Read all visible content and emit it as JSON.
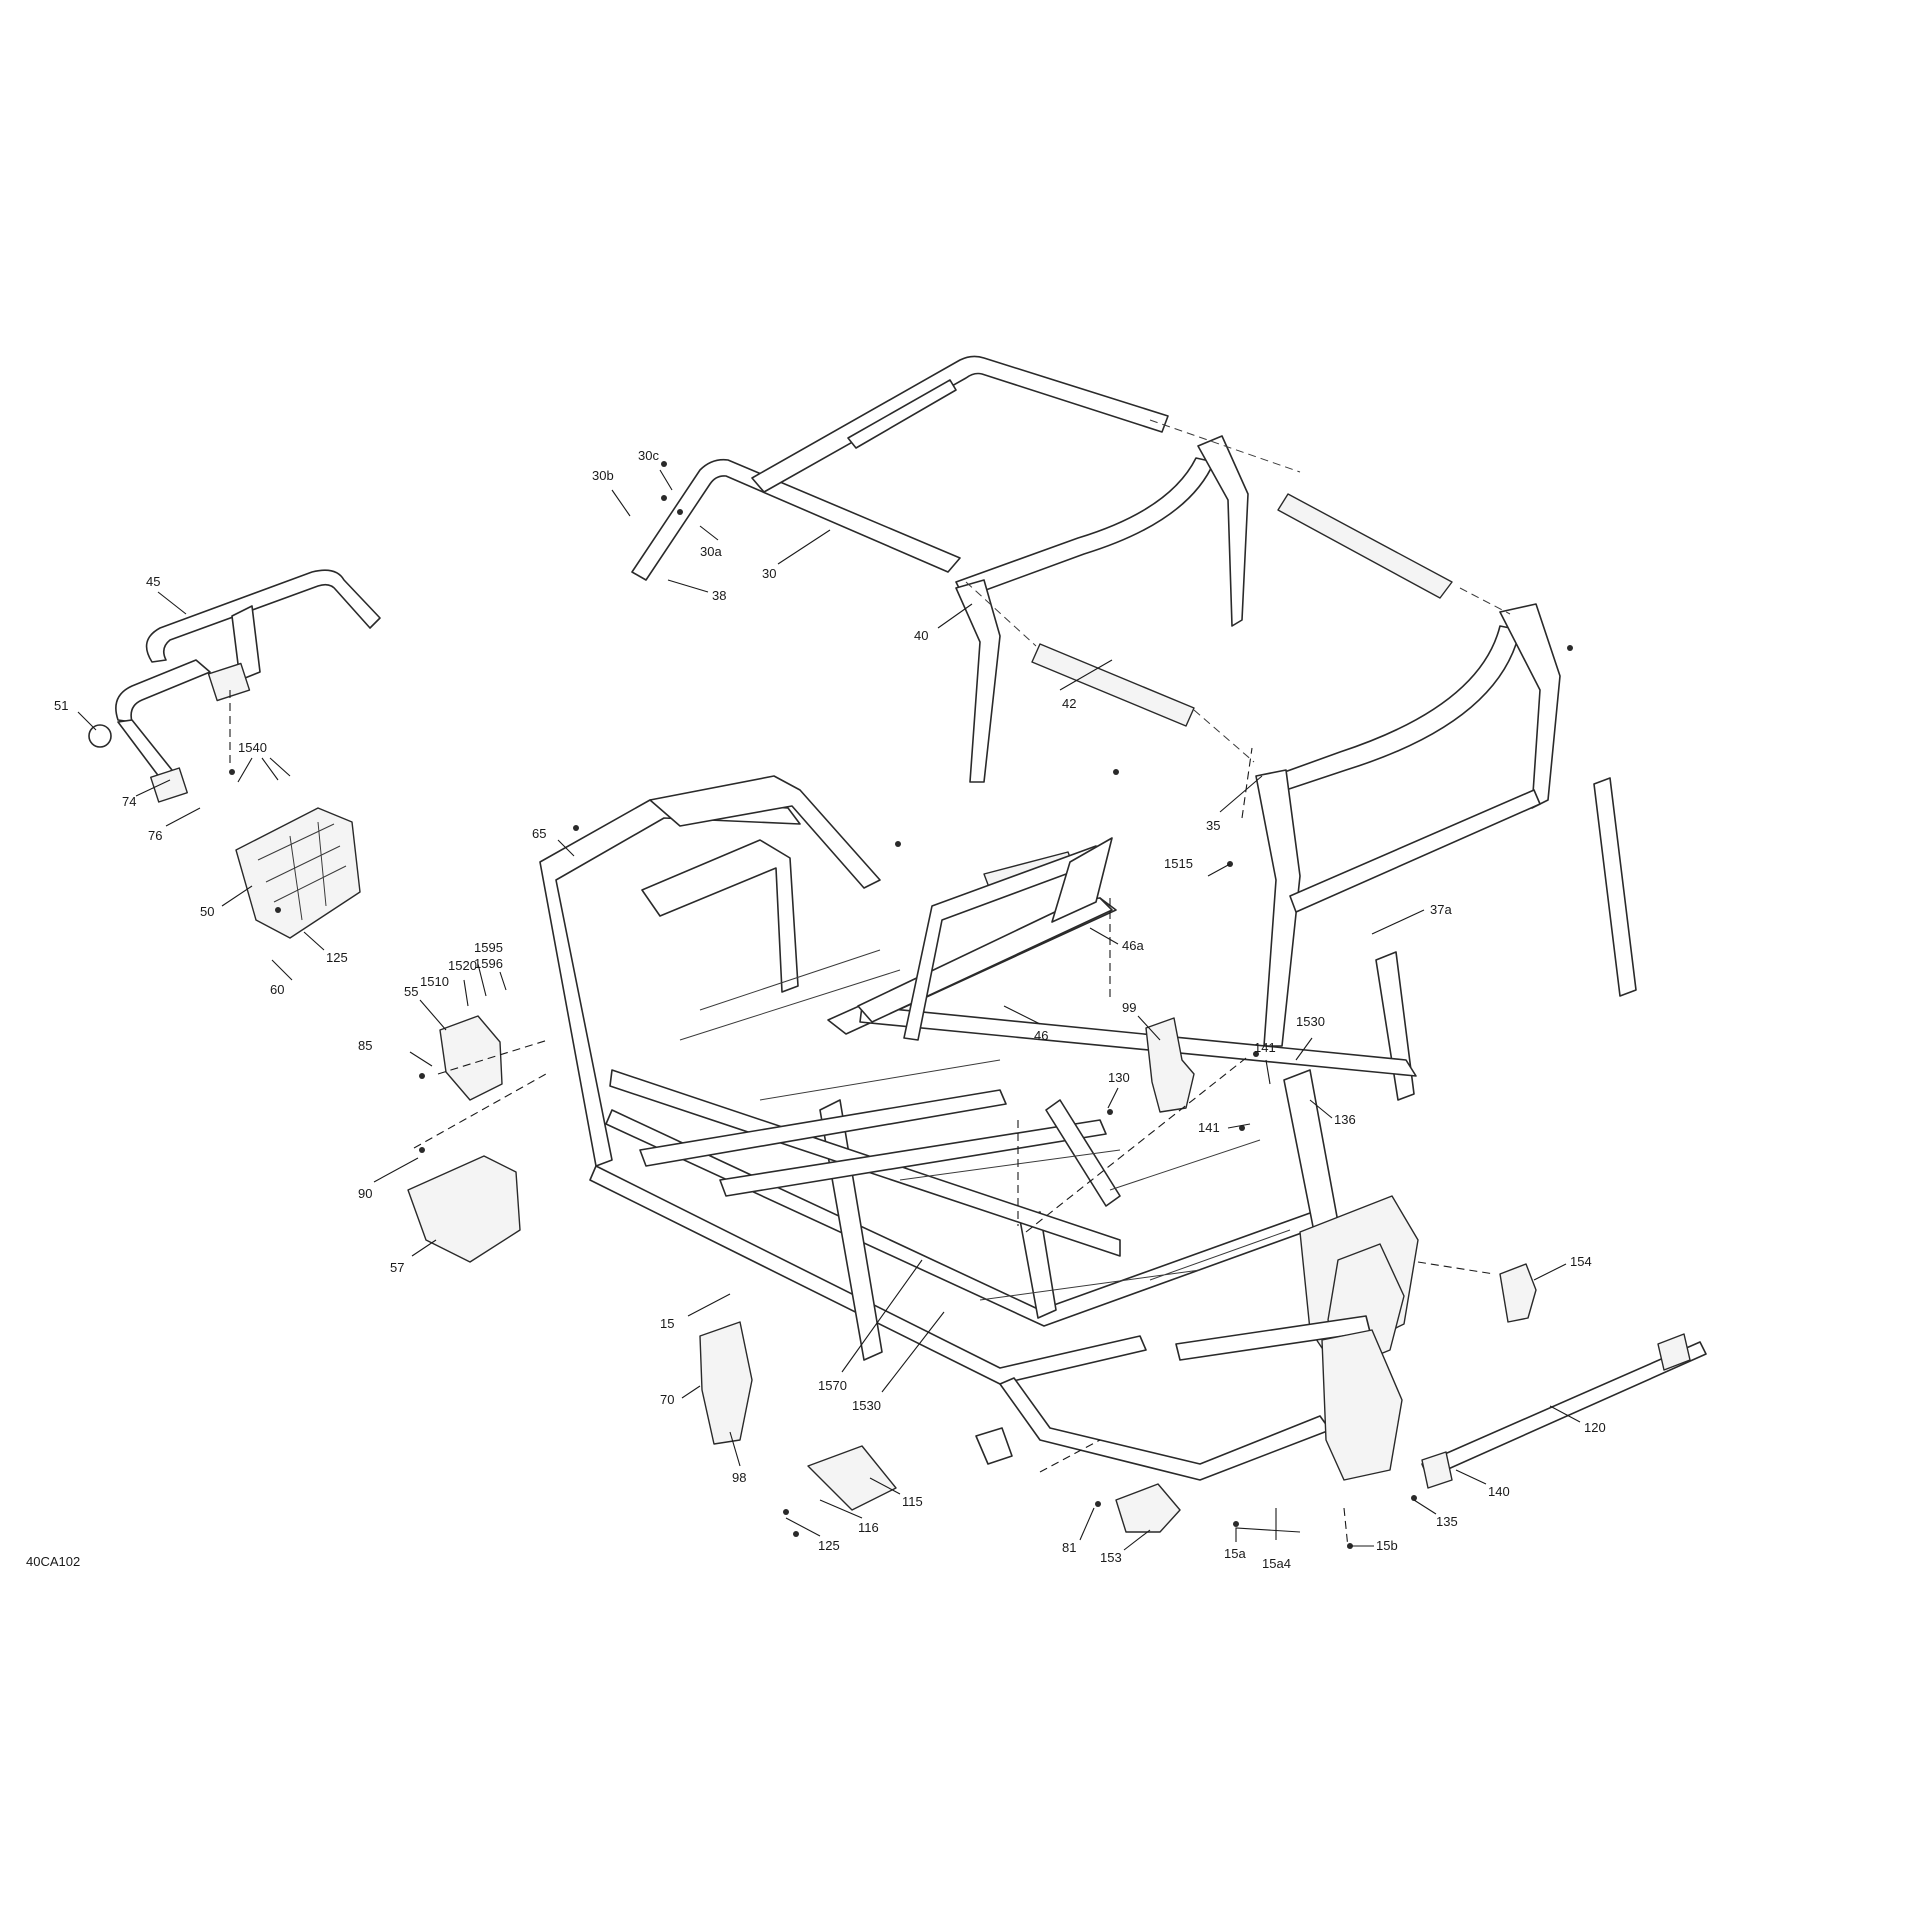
{
  "diagram_id": "40CA102",
  "callouts": [
    {
      "id": "c-30c",
      "label": "30c"
    },
    {
      "id": "c-30b",
      "label": "30b"
    },
    {
      "id": "c-30a",
      "label": "30a"
    },
    {
      "id": "c-30",
      "label": "30"
    },
    {
      "id": "c-38",
      "label": "38"
    },
    {
      "id": "c-40",
      "label": "40"
    },
    {
      "id": "c-42",
      "label": "42"
    },
    {
      "id": "c-35",
      "label": "35"
    },
    {
      "id": "c-37a",
      "label": "37a"
    },
    {
      "id": "c-1515",
      "label": "1515"
    },
    {
      "id": "c-45",
      "label": "45"
    },
    {
      "id": "c-51",
      "label": "51"
    },
    {
      "id": "c-1540",
      "label": "1540"
    },
    {
      "id": "c-74",
      "label": "74"
    },
    {
      "id": "c-76",
      "label": "76"
    },
    {
      "id": "c-50",
      "label": "50"
    },
    {
      "id": "c-125a",
      "label": "125"
    },
    {
      "id": "c-60",
      "label": "60"
    },
    {
      "id": "c-65",
      "label": "65"
    },
    {
      "id": "c-1595",
      "label": "1595"
    },
    {
      "id": "c-1596",
      "label": "1596"
    },
    {
      "id": "c-1510",
      "label": "1510"
    },
    {
      "id": "c-1520",
      "label": "1520"
    },
    {
      "id": "c-55",
      "label": "55"
    },
    {
      "id": "c-85",
      "label": "85"
    },
    {
      "id": "c-90",
      "label": "90"
    },
    {
      "id": "c-57",
      "label": "57"
    },
    {
      "id": "c-46a",
      "label": "46a"
    },
    {
      "id": "c-46",
      "label": "46"
    },
    {
      "id": "c-99",
      "label": "99"
    },
    {
      "id": "c-1530a",
      "label": "1530"
    },
    {
      "id": "c-141a",
      "label": "141"
    },
    {
      "id": "c-141b",
      "label": "141"
    },
    {
      "id": "c-130",
      "label": "130"
    },
    {
      "id": "c-136",
      "label": "136"
    },
    {
      "id": "c-154",
      "label": "154"
    },
    {
      "id": "c-15",
      "label": "15"
    },
    {
      "id": "c-1570",
      "label": "1570"
    },
    {
      "id": "c-1530b",
      "label": "1530"
    },
    {
      "id": "c-70",
      "label": "70"
    },
    {
      "id": "c-98",
      "label": "98"
    },
    {
      "id": "c-115",
      "label": "115"
    },
    {
      "id": "c-116",
      "label": "116"
    },
    {
      "id": "c-125b",
      "label": "125"
    },
    {
      "id": "c-120",
      "label": "120"
    },
    {
      "id": "c-140",
      "label": "140"
    },
    {
      "id": "c-135",
      "label": "135"
    },
    {
      "id": "c-81",
      "label": "81"
    },
    {
      "id": "c-153",
      "label": "153"
    },
    {
      "id": "c-15a",
      "label": "15a"
    },
    {
      "id": "c-15a4",
      "label": "15a4"
    },
    {
      "id": "c-15b",
      "label": "15b"
    }
  ]
}
